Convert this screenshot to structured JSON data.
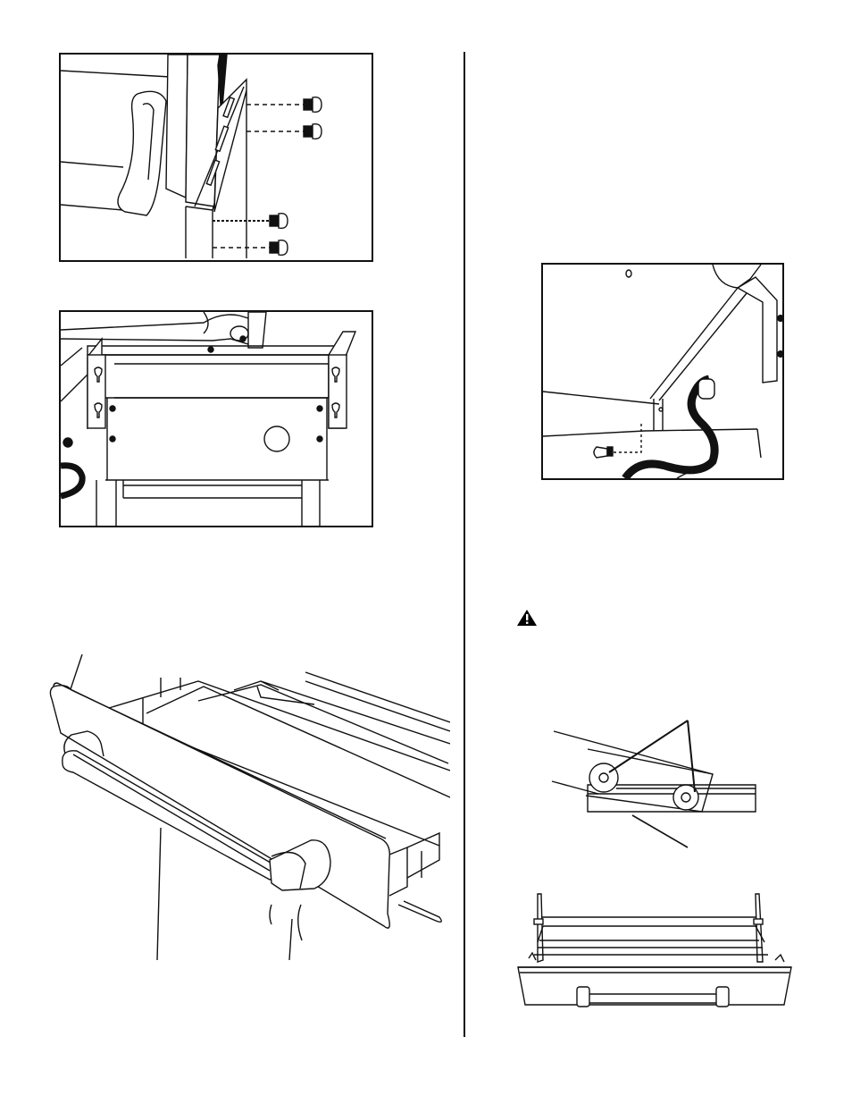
{
  "page": {
    "figures": [
      {
        "id": "fig-side-bracket-screws",
        "icon": "side-bracket-screws-illustration"
      },
      {
        "id": "fig-front-panel-brackets",
        "icon": "front-panel-brackets-illustration"
      },
      {
        "id": "fig-drawer-perspective",
        "icon": "grease-drawer-perspective-illustration"
      },
      {
        "id": "fig-hose-bracket-screw",
        "icon": "hose-bracket-screw-illustration"
      },
      {
        "id": "fig-drawer-rollers",
        "icon": "drawer-roller-detail-illustration"
      },
      {
        "id": "fig-drawer-front",
        "icon": "drawer-front-view-illustration"
      }
    ],
    "warning": {
      "icon": "warning-triangle-icon",
      "color": "#000000"
    },
    "colors": {
      "line": "#111111",
      "background": "#ffffff",
      "hose": "#111111"
    }
  }
}
